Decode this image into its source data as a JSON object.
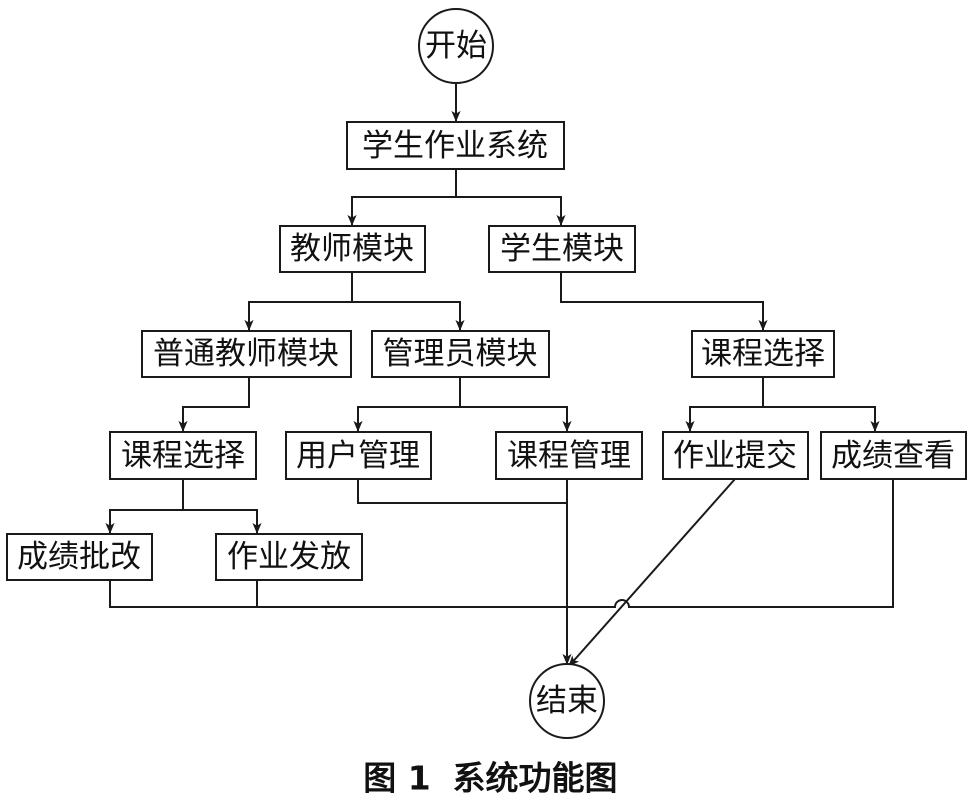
{
  "diagram": {
    "nodes": {
      "start": "开始",
      "system": "学生作业系统",
      "teacher_module": "教师模块",
      "student_module": "学生模块",
      "normal_teacher_module": "普通教师模块",
      "admin_module": "管理员模块",
      "course_select_student": "课程选择",
      "course_select_teacher": "课程选择",
      "user_manage": "用户管理",
      "course_manage": "课程管理",
      "homework_submit": "作业提交",
      "grade_view": "成绩查看",
      "grade_correct": "成绩批改",
      "homework_publish": "作业发放",
      "end": "结束"
    },
    "caption_number": "图 1",
    "caption_title": "系统功能图"
  }
}
